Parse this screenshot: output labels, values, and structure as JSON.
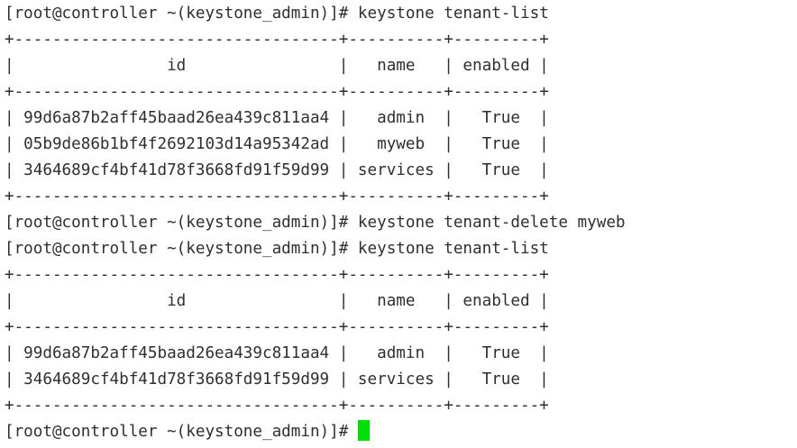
{
  "terminal": {
    "colors": {
      "background": "#ffffff",
      "text": "#2f2f2f",
      "cursor": "#00e000"
    },
    "prompt": "[root@controller ~(keystone_admin)]#",
    "commands": [
      "keystone tenant-list",
      "keystone tenant-delete myweb",
      "keystone tenant-list"
    ],
    "tables": [
      {
        "headers": [
          "id",
          "name",
          "enabled"
        ],
        "rows": [
          [
            "99d6a87b2aff45baad26ea439c811aa4",
            "admin",
            "True"
          ],
          [
            "05b9de86b1bf4f2692103d14a95342ad",
            "myweb",
            "True"
          ],
          [
            "3464689cf4bf41d78f3668fd91f59d99",
            "services",
            "True"
          ]
        ]
      },
      {
        "headers": [
          "id",
          "name",
          "enabled"
        ],
        "rows": [
          [
            "99d6a87b2aff45baad26ea439c811aa4",
            "admin",
            "True"
          ],
          [
            "3464689cf4bf41d78f3668fd91f59d99",
            "services",
            "True"
          ]
        ]
      }
    ],
    "cursor_visible": true,
    "lines": [
      "[root@controller ~(keystone_admin)]# keystone tenant-list",
      "+----------------------------------+----------+---------+",
      "|                id                |   name   | enabled |",
      "+----------------------------------+----------+---------+",
      "| 99d6a87b2aff45baad26ea439c811aa4 |   admin  |   True  |",
      "| 05b9de86b1bf4f2692103d14a95342ad |   myweb  |   True  |",
      "| 3464689cf4bf41d78f3668fd91f59d99 | services |   True  |",
      "+----------------------------------+----------+---------+",
      "[root@controller ~(keystone_admin)]# keystone tenant-delete myweb",
      "[root@controller ~(keystone_admin)]# keystone tenant-list",
      "+----------------------------------+----------+---------+",
      "|                id                |   name   | enabled |",
      "+----------------------------------+----------+---------+",
      "| 99d6a87b2aff45baad26ea439c811aa4 |   admin  |   True  |",
      "| 3464689cf4bf41d78f3668fd91f59d99 | services |   True  |",
      "+----------------------------------+----------+---------+",
      "[root@controller ~(keystone_admin)]# "
    ]
  }
}
